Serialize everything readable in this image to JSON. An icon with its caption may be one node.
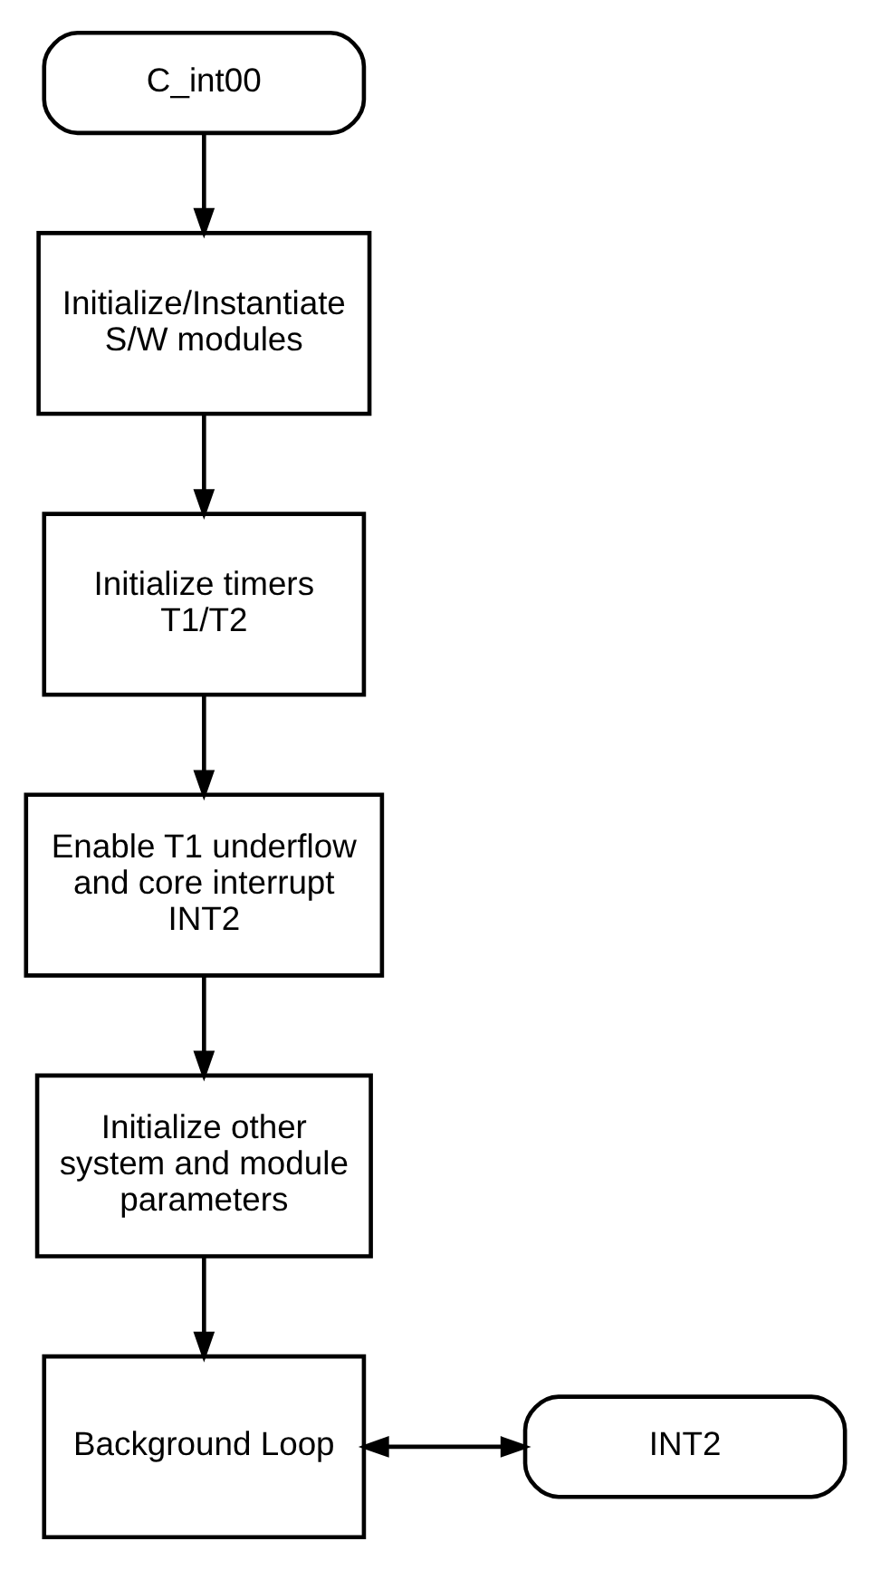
{
  "diagram": {
    "nodes": [
      {
        "text": [
          "C_int00"
        ]
      },
      {
        "text": [
          "Initialize/Instantiate S/W modules"
        ]
      },
      {
        "text": [
          "Initialize timers T1/T2"
        ]
      },
      {
        "text": [
          "Enable T1 underflow and core interrupt INT2"
        ]
      },
      {
        "text": [
          "Initialize other system and module parameters"
        ]
      },
      {
        "text": [
          "Background Loop"
        ]
      },
      {
        "text": [
          "INT2"
        ]
      }
    ],
    "edges": [
      {
        "from": 0,
        "to": 1,
        "arrow": "to"
      },
      {
        "from": 1,
        "to": 2,
        "arrow": "to"
      },
      {
        "from": 2,
        "to": 3,
        "arrow": "to"
      },
      {
        "from": 3,
        "to": 4,
        "arrow": "to"
      },
      {
        "from": 4,
        "to": 5,
        "arrow": "to"
      },
      {
        "from": 5,
        "to": 6,
        "arrow": "both"
      }
    ]
  }
}
